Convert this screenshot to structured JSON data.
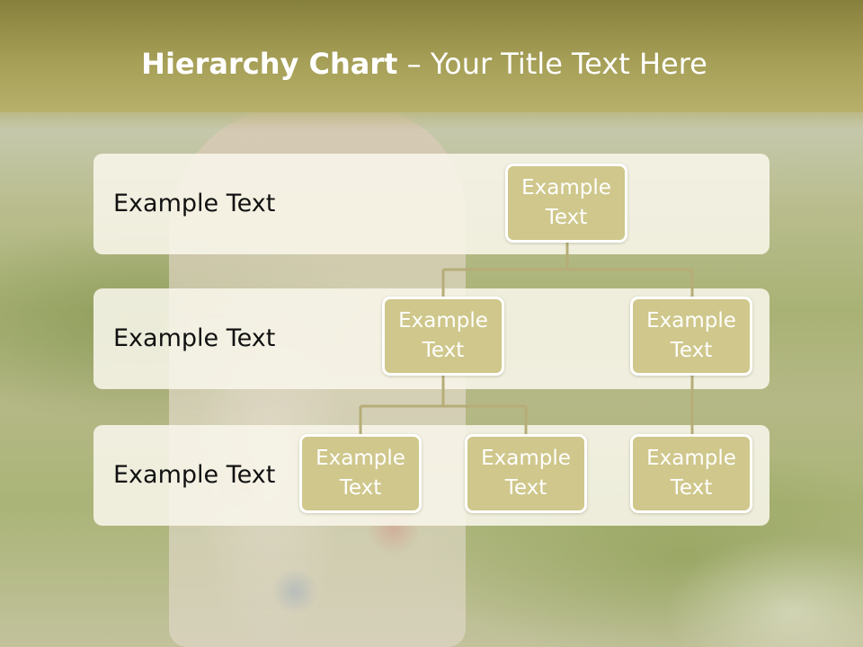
{
  "title": {
    "bold": "Hierarchy Chart",
    "rest": " – Your Title Text Here"
  },
  "levels": [
    {
      "label": "Example Text"
    },
    {
      "label": "Example Text"
    },
    {
      "label": "Example Text"
    }
  ],
  "nodes": {
    "root": "Example Text",
    "level2": [
      "Example Text",
      "Example Text"
    ],
    "level3": [
      "Example Text",
      "Example Text",
      "Example Text"
    ]
  },
  "colors": {
    "header": "#a69f57",
    "node_fill": "#cfc78b",
    "node_border": "#ffffff",
    "band_fill": "#f8f6ea",
    "connector": "#b6ad78"
  }
}
